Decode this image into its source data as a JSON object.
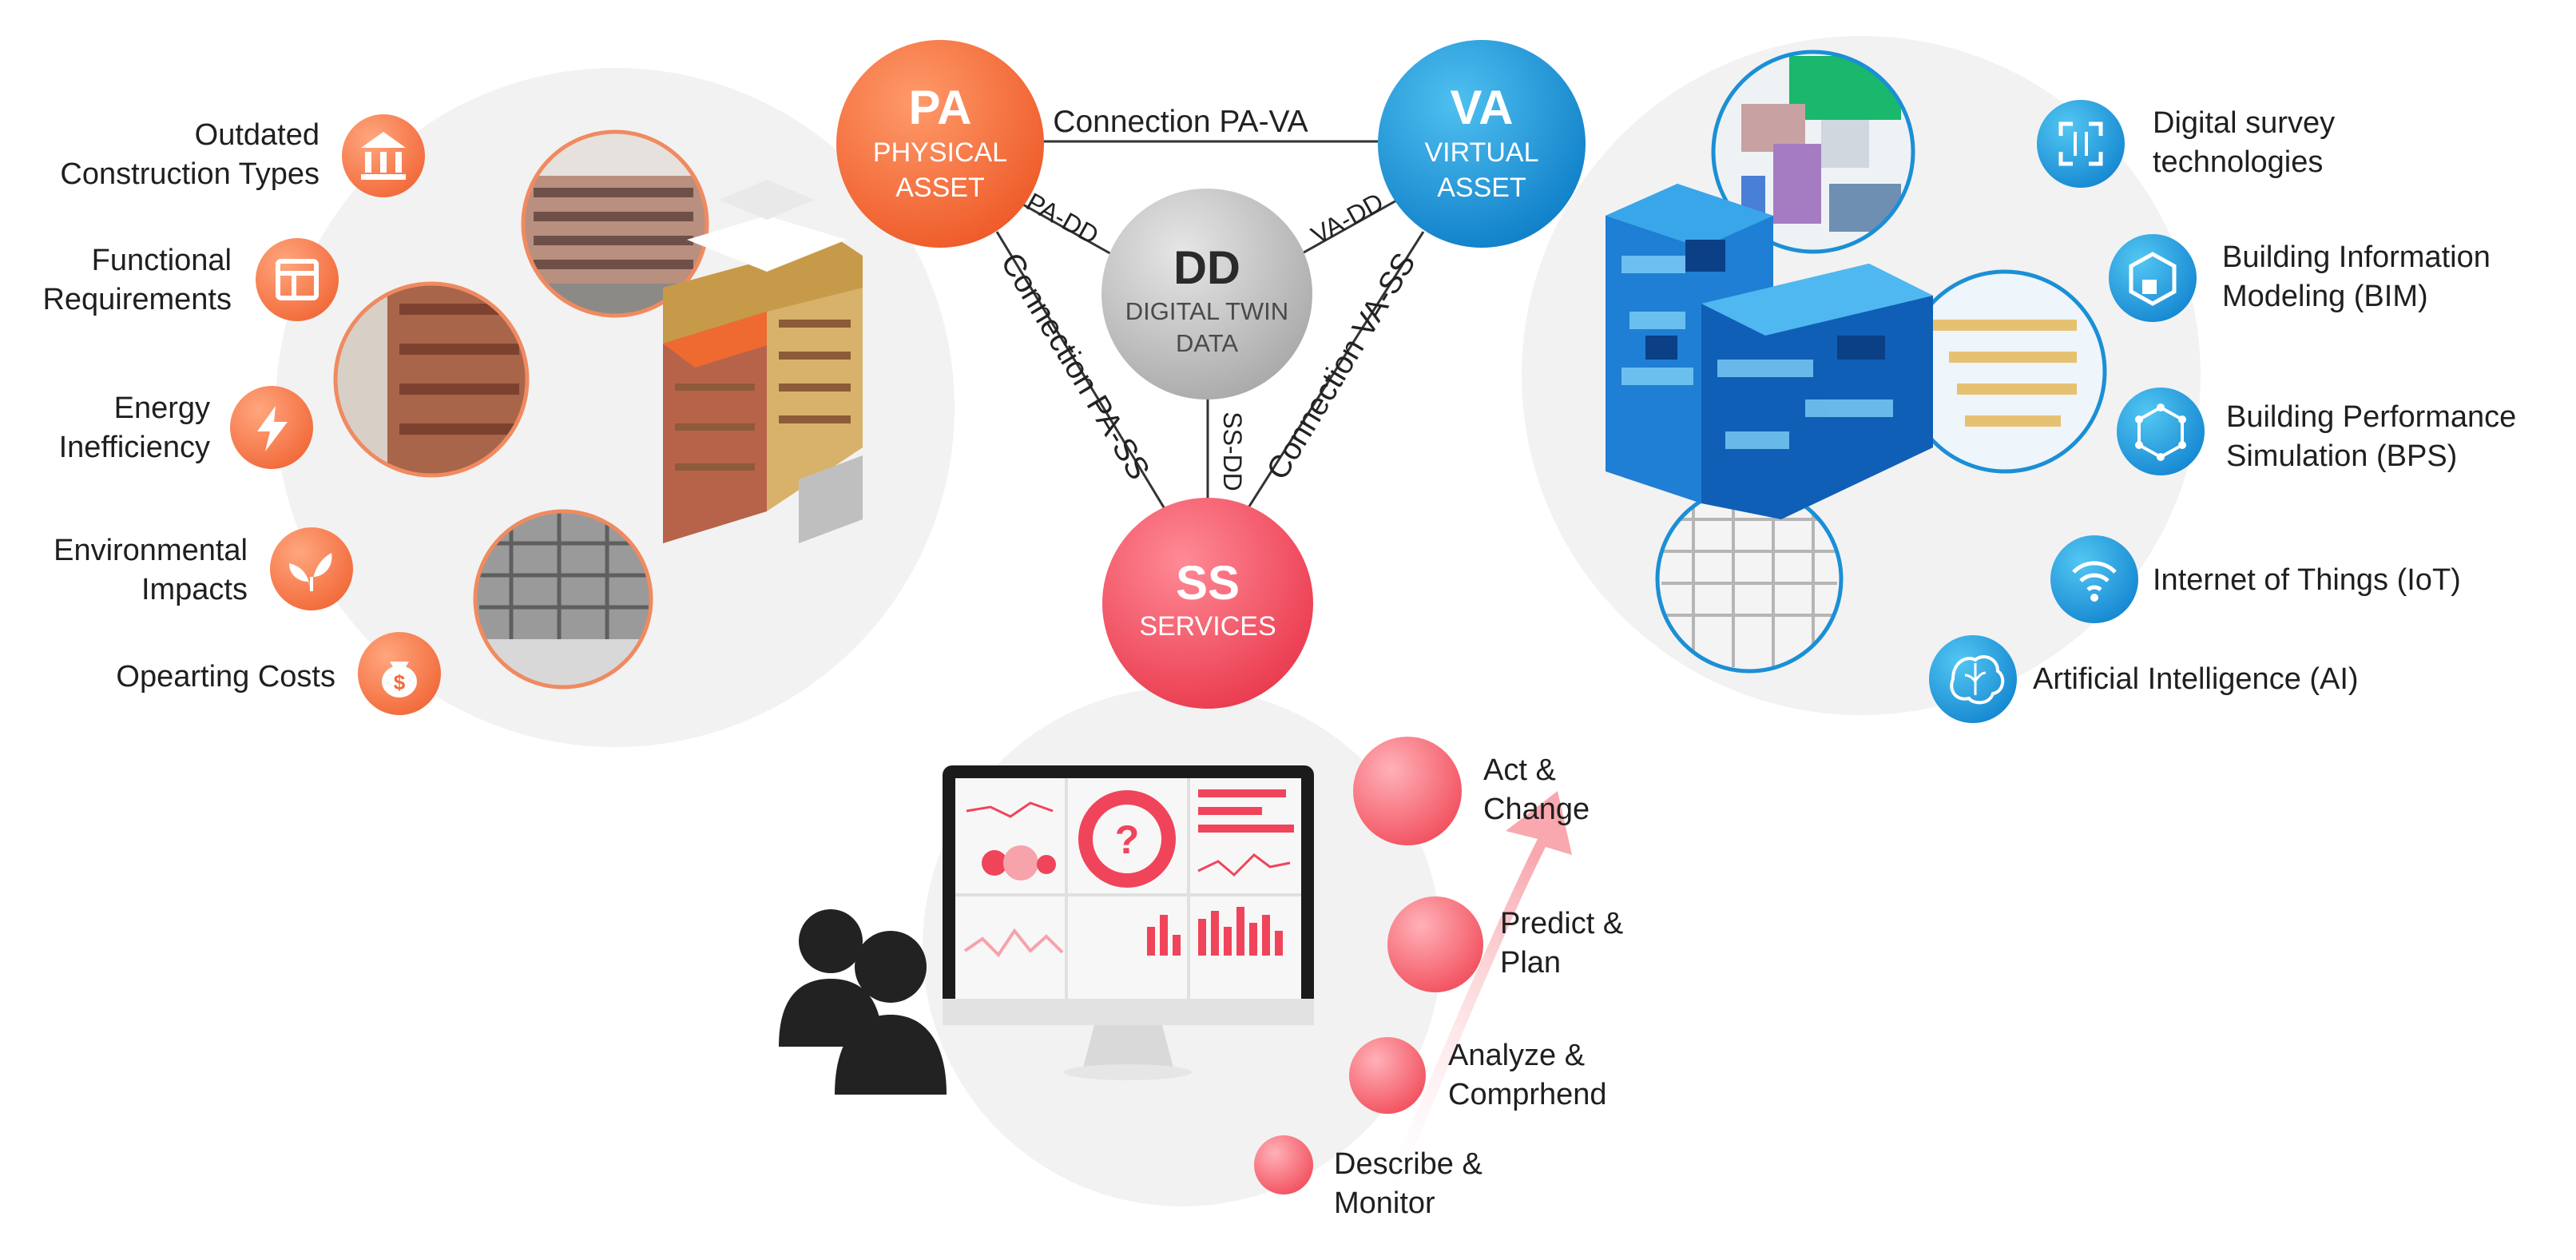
{
  "nodes": {
    "pa": {
      "abbr": "PA",
      "line1": "PHYSICAL",
      "line2": "ASSET"
    },
    "va": {
      "abbr": "VA",
      "line1": "VIRTUAL",
      "line2": "ASSET"
    },
    "dd": {
      "abbr": "DD",
      "line1": "DIGITAL TWIN",
      "line2": "DATA"
    },
    "ss": {
      "abbr": "SS",
      "line1": "SERVICES"
    }
  },
  "connections": {
    "pa_va": "Connection PA-VA",
    "pa_ss": "Connection PA-SS",
    "va_ss": "Connection VA-SS",
    "pa_dd": "PA-DD",
    "va_dd": "VA-DD",
    "ss_dd": "SS-DD"
  },
  "physical_issues": [
    {
      "line1": "Outdated",
      "line2": "Construction Types",
      "icon": "bank-icon"
    },
    {
      "line1": "Functional",
      "line2": "Requirements",
      "icon": "layout-icon"
    },
    {
      "line1": "Energy",
      "line2": "Inefficiency",
      "icon": "lightning-icon"
    },
    {
      "line1": "Environmental",
      "line2": "Impacts",
      "icon": "leaf-icon"
    },
    {
      "line1": "Opearting Costs",
      "line2": "",
      "icon": "money-bag-icon"
    }
  ],
  "virtual_technologies": [
    {
      "line1": "Digital survey",
      "line2": "technologies",
      "icon": "scan-icon"
    },
    {
      "line1": "Building Information",
      "line2": "Modeling (BIM)",
      "icon": "cube-model-icon"
    },
    {
      "line1": "Building Performance",
      "line2": "Simulation (BPS)",
      "icon": "simulation-cube-icon"
    },
    {
      "line1": "Internet of Things (IoT)",
      "line2": "",
      "icon": "wifi-icon"
    },
    {
      "line1": "Artificial Intelligence (AI)",
      "line2": "",
      "icon": "brain-icon"
    }
  ],
  "service_stages": [
    {
      "line1": "Describe &",
      "line2": "Monitor"
    },
    {
      "line1": "Analyze &",
      "line2": "Comprhend"
    },
    {
      "line1": "Predict &",
      "line2": "Plan"
    },
    {
      "line1": "Act &",
      "line2": "Change"
    }
  ],
  "colors": {
    "physical_orange": "#f26a3a",
    "virtual_blue": "#1b8fd6",
    "services_red": "#f0445a",
    "digital_gray": "#bdbdbd",
    "backdrop": "#f2f2f2"
  }
}
